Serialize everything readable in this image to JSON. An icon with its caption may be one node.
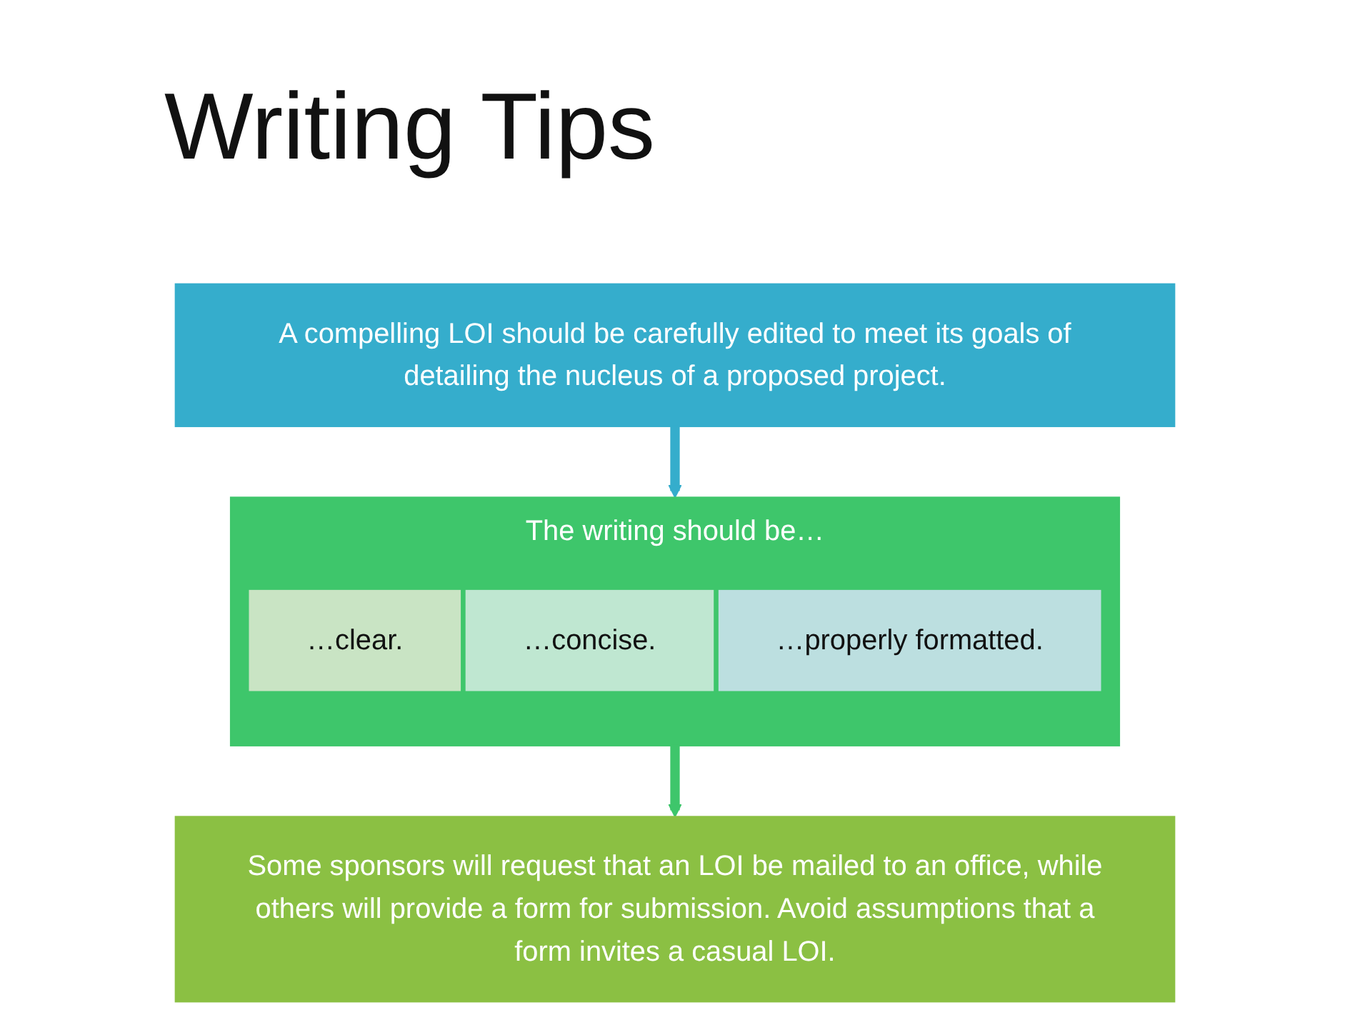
{
  "diagram": {
    "title": "Writing Tips",
    "nodes": [
      {
        "text": [
          "A compelling LOI should be carefully edited to meet its goals of detailing the nucleus of a proposed project."
        ]
      },
      {
        "text": [
          "The writing should be…"
        ]
      },
      {
        "text": [
          "…clear."
        ],
        "in": 1
      },
      {
        "text": [
          "…concise."
        ],
        "in": 1
      },
      {
        "text": [
          "…properly formatted."
        ],
        "in": 1
      },
      {
        "text": [
          "Some sponsors will request that an LOI be mailed to an office, while others will provide a form for submission. Avoid assumptions that a form invites a casual LOI."
        ]
      }
    ],
    "edges": [
      {
        "from": 0,
        "to": 1,
        "arrow": "to",
        "color": "#35adcc"
      },
      {
        "from": 1,
        "to": 5,
        "arrow": "to",
        "color": "#3ec66b"
      }
    ]
  }
}
